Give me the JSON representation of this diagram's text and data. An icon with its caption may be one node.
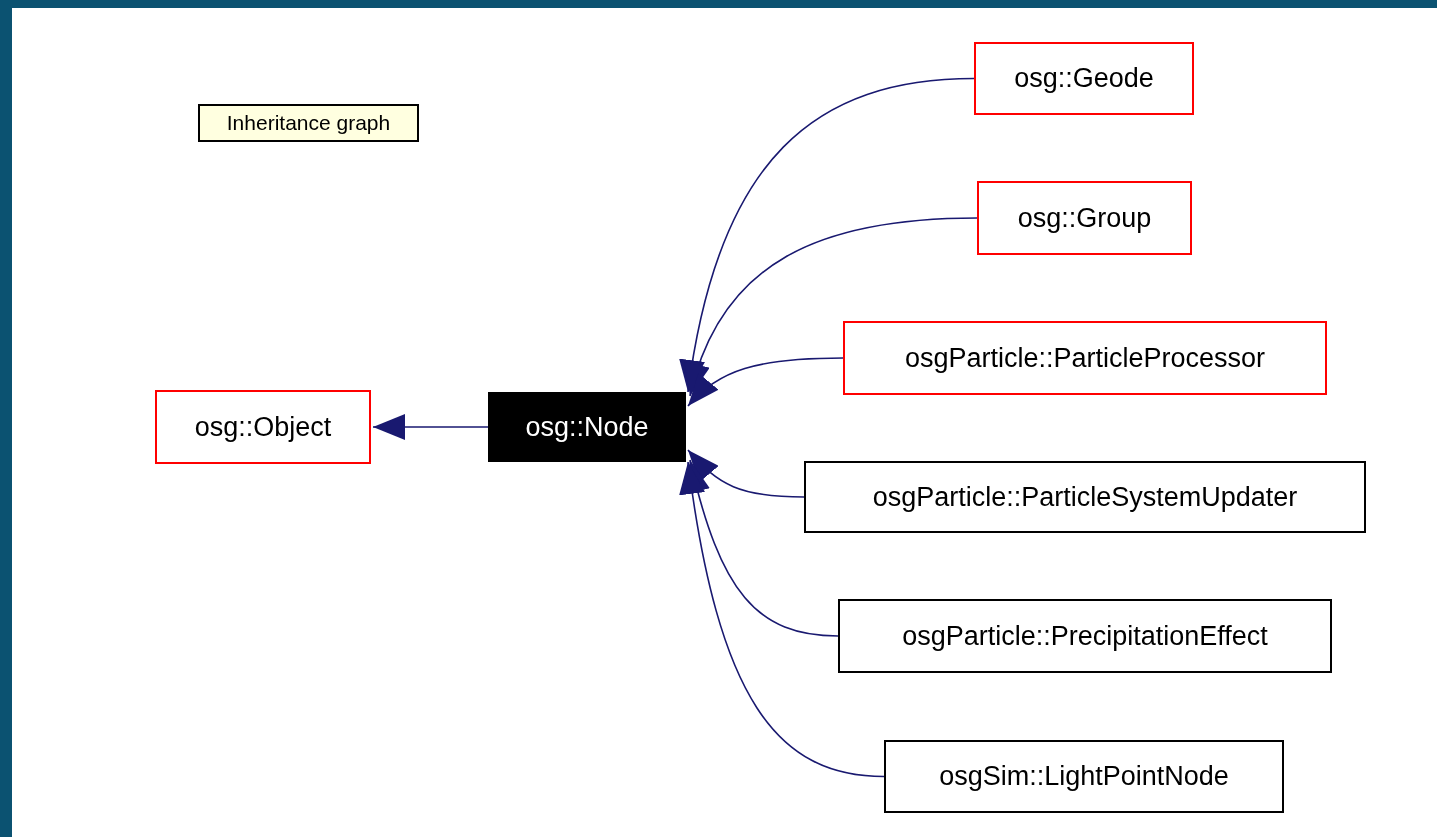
{
  "diagram": {
    "nodes": [
      {
        "text": [
          "Inheritance graph"
        ]
      },
      {
        "text": [
          "osg::Object"
        ]
      },
      {
        "text": [
          "osg::Node"
        ]
      },
      {
        "text": [
          "osg::Geode"
        ]
      },
      {
        "text": [
          "osg::Group"
        ]
      },
      {
        "text": [
          "osgParticle::ParticleProcessor"
        ]
      },
      {
        "text": [
          "osgParticle::ParticleSystemUpdater"
        ]
      },
      {
        "text": [
          "osgParticle::PrecipitationEffect"
        ]
      },
      {
        "text": [
          "osgSim::LightPointNode"
        ]
      }
    ],
    "edges": [
      {
        "from": 2,
        "to": 1,
        "arrow": "to"
      },
      {
        "from": 3,
        "to": 2,
        "arrow": "to"
      },
      {
        "from": 4,
        "to": 2,
        "arrow": "to"
      },
      {
        "from": 5,
        "to": 2,
        "arrow": "to"
      },
      {
        "from": 6,
        "to": 2,
        "arrow": "to"
      },
      {
        "from": 7,
        "to": 2,
        "arrow": "to"
      },
      {
        "from": 8,
        "to": 2,
        "arrow": "to"
      }
    ]
  }
}
